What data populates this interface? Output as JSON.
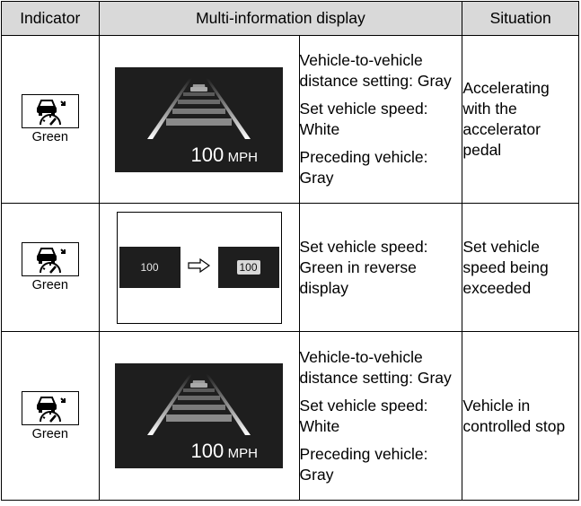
{
  "headers": {
    "indicator": "Indicator",
    "display": "Multi-information display",
    "situation": "Situation"
  },
  "rows": [
    {
      "indicator_label": "Green",
      "icon": "radar-cruise-control-icon",
      "display": {
        "speed_value": "100",
        "speed_unit": "MPH"
      },
      "description": [
        "Vehicle-to-vehicle distance setting: Gray",
        "Set vehicle speed: White",
        "Preceding vehicle: Gray"
      ],
      "situation": "Accelerating with the accelerator pedal"
    },
    {
      "indicator_label": "Green",
      "icon": "radar-cruise-control-icon",
      "display": {
        "before_value": "100",
        "after_value": "100",
        "arrow_icon": "right-arrow-icon"
      },
      "description": [
        "Set vehicle speed: Green in reverse display"
      ],
      "situation": "Set vehicle speed being exceeded"
    },
    {
      "indicator_label": "Green",
      "icon": "radar-cruise-control-icon",
      "display": {
        "speed_value": "100",
        "speed_unit": "MPH"
      },
      "description": [
        "Vehicle-to-vehicle distance setting: Gray",
        "Set vehicle speed: White",
        "Preceding vehicle: Gray"
      ],
      "situation": "Vehicle in controlled stop"
    }
  ],
  "colors": {
    "screen_bg": "#1e1e1e",
    "header_bg": "#d9d9d9",
    "reverse_bg": "#d8d8d8"
  }
}
